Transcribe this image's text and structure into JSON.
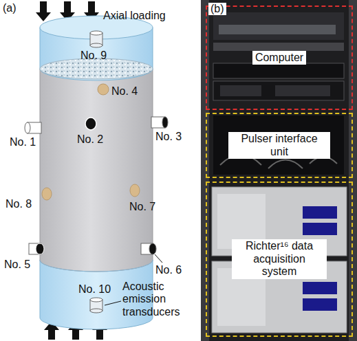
{
  "diagram": {
    "nodes": [
      {
        "text": [
          "Computer"
        ]
      },
      {
        "text": [
          "Pulser interface unit"
        ]
      },
      {
        "text": [
          "Richter¹⁶ data acquisition system"
        ]
      }
    ],
    "labels": [
      "(a)",
      "Axial loading",
      "No. 9",
      "No. 1",
      "No. 4",
      "No. 2",
      "No. 3",
      "No. 8",
      "No. 7",
      "No. 5",
      "No. 6",
      "Acoustic emission transducers",
      "No. 10",
      "(b)"
    ]
  }
}
